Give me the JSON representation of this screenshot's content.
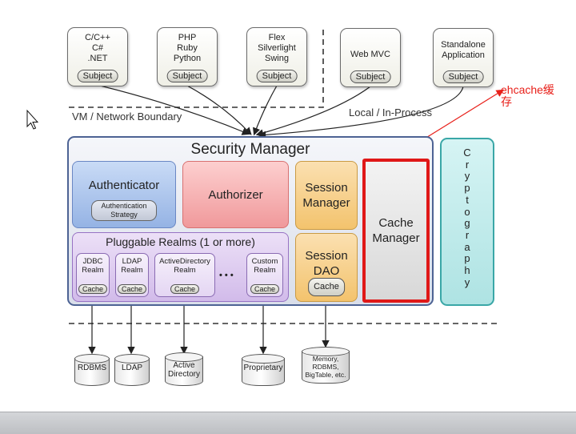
{
  "clients": [
    {
      "lines": [
        "C/C++",
        "C#",
        ".NET"
      ],
      "subject": "Subject"
    },
    {
      "lines": [
        "PHP",
        "Ruby",
        "Python"
      ],
      "subject": "Subject"
    },
    {
      "lines": [
        "Flex",
        "Silverlight",
        "Swing"
      ],
      "subject": "Subject"
    },
    {
      "lines": [
        "Web MVC"
      ],
      "subject": "Subject"
    },
    {
      "lines": [
        "Standalone",
        "Application"
      ],
      "subject": "Subject"
    }
  ],
  "boundaries": {
    "vm": "VM / Network Boundary",
    "local": "Local / In-Process"
  },
  "security_manager": {
    "title": "Security Manager",
    "authenticator": "Authenticator",
    "auth_strategy": [
      "Authentication",
      "Strategy"
    ],
    "authorizer": "Authorizer",
    "session_manager": [
      "Session",
      "Manager"
    ],
    "session_dao": [
      "Session",
      "DAO"
    ],
    "cache_manager": [
      "Cache",
      "Manager"
    ],
    "cache_label": "Cache",
    "realms_title": "Pluggable Realms (1 or more)",
    "realms": [
      {
        "lines": [
          "JDBC",
          "Realm"
        ],
        "cache": "Cache"
      },
      {
        "lines": [
          "LDAP",
          "Realm"
        ],
        "cache": "Cache"
      },
      {
        "lines": [
          "ActiveDirectory",
          "Realm"
        ],
        "cache": "Cache"
      },
      {
        "lines": [
          "Custom",
          "Realm"
        ],
        "cache": "Cache"
      }
    ],
    "ellipsis": "• • •"
  },
  "cryptography": [
    "C",
    "r",
    "y",
    "p",
    "t",
    "o",
    "g",
    "r",
    "a",
    "p",
    "h",
    "y"
  ],
  "datastores": [
    {
      "lines": [
        "RDBMS"
      ]
    },
    {
      "lines": [
        "LDAP"
      ]
    },
    {
      "lines": [
        "Active",
        "Directory"
      ]
    },
    {
      "lines": [
        "Proprietary"
      ]
    },
    {
      "lines": [
        "Memory,",
        "RDBMS,",
        "BigTable, etc."
      ]
    }
  ],
  "annotation": {
    "line1": "ehcache缓",
    "line2": "存",
    "color": "#e8201a"
  },
  "colors": {
    "cache_border": "#e01818",
    "security_manager_border": "#4d6394",
    "crypto_border": "#3aa7a7"
  }
}
